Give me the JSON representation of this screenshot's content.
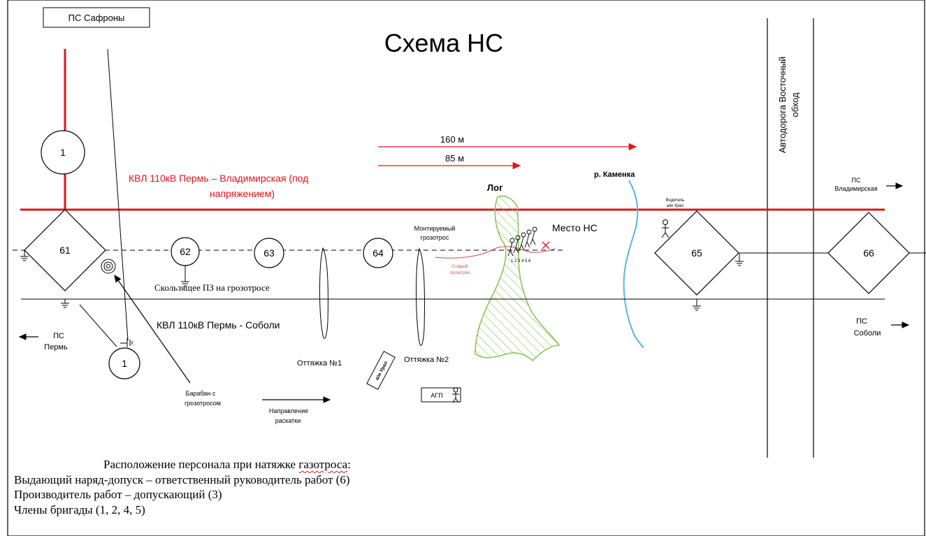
{
  "diagram": {
    "title": "Схема НС",
    "substations": {
      "saphrony": "ПС Сафроны",
      "perm_word": "ПС",
      "perm_name": "Пермь",
      "vladimirskaya_word": "ПС",
      "vladimirskaya_name": "Владимирская",
      "soboli_word": "ПС",
      "soboli_name": "Соболи"
    },
    "lines": {
      "kvl_vladimirskaya_line1": "КВЛ 110кВ Пермь – Владимирская (под",
      "kvl_vladimirskaya_line2": "напряжением)",
      "kvl_soboli": "КВЛ 110кВ Пермь - Соболи",
      "sliding_grounding": "Скользящее ПЗ на грозотросе"
    },
    "towers": {
      "t61": "61",
      "t62": "62",
      "t63": "63",
      "t64": "64",
      "t65": "65",
      "t66": "66"
    },
    "circles": {
      "top": "1",
      "bottom": "1"
    },
    "distances": {
      "d160": "160 м",
      "d85": "85 м"
    },
    "features": {
      "log": "Лог",
      "river": "р. Каменка",
      "road_line1": "Автодорога Восточный",
      "road_line2": "обход",
      "accident_place": "Место НС"
    },
    "labels": {
      "mounted_wire_line1": "Монтируемый",
      "mounted_wire_line2": "грозотрос",
      "old_wire_line1": "Старый",
      "old_wire_line2": "грозотрос",
      "guy1": "Оттяжка №1",
      "guy2": "Оттяжка №2",
      "drum_line1": "Барабан с",
      "drum_line2": "грозотросом",
      "direction_line1": "Направление",
      "direction_line2": "раскатки",
      "driver_line1": "Водитель",
      "driver_line2": "а/м Урал",
      "truck": "а/м Урал",
      "agp": "АГП",
      "person_numbers": "1 2 3 4 5 6"
    },
    "colors": {
      "energized_line": "#e0141e",
      "ravine": "#8cc45a",
      "river": "#5ab4e6",
      "old_wire": "#c0505a"
    }
  },
  "caption": {
    "line1_before": "Расположение персонала при натяжке ",
    "line1_word": "газотроса",
    "line1_after": ":",
    "line2": "Выдающий наряд-допуск – ответственный руководитель работ (6)",
    "line3": "Производитель работ – допускающий (3)",
    "line4": "Члены бригады (1, 2, 4, 5)"
  }
}
